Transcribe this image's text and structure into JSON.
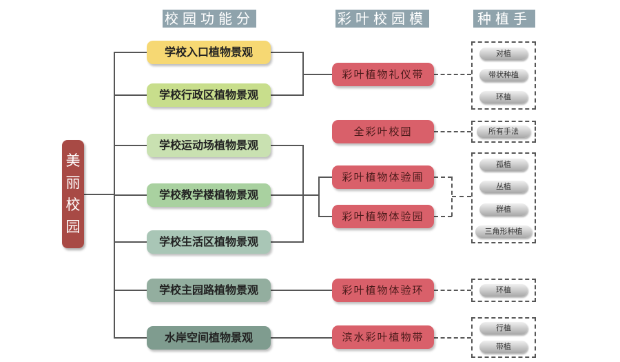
{
  "headers": {
    "zones": "校园功能分区",
    "modes": "彩叶校园模式",
    "methods": "种植手法"
  },
  "root": {
    "chars": [
      "美",
      "丽",
      "校",
      "园"
    ]
  },
  "zones": [
    "学校入口植物景观",
    "学校行政区植物景观",
    "学校运动场植物景观",
    "学校教学楼植物景观",
    "学校生活区植物景观",
    "学校主园路植物景观",
    "水岸空间植物景观"
  ],
  "zone_colors": [
    "#f6d873",
    "#c8de8c",
    "#c9e1b1",
    "#a9d1a0",
    "#a9c6b6",
    "#93ae9f",
    "#7f9c8f"
  ],
  "modes": [
    "彩叶植物礼仪带",
    "全彩叶校园",
    "彩叶植物体验圃",
    "彩叶植物体验园",
    "彩叶植物体验环",
    "滨水彩叶植物带"
  ],
  "methods": {
    "g1": [
      "对植",
      "带状种植",
      "环植"
    ],
    "g2": [
      "所有手法"
    ],
    "g3": [
      "孤植",
      "丛植",
      "群植",
      "三角形种植"
    ],
    "g4": [
      "环植"
    ],
    "g5": [
      "行植",
      "带植"
    ]
  }
}
